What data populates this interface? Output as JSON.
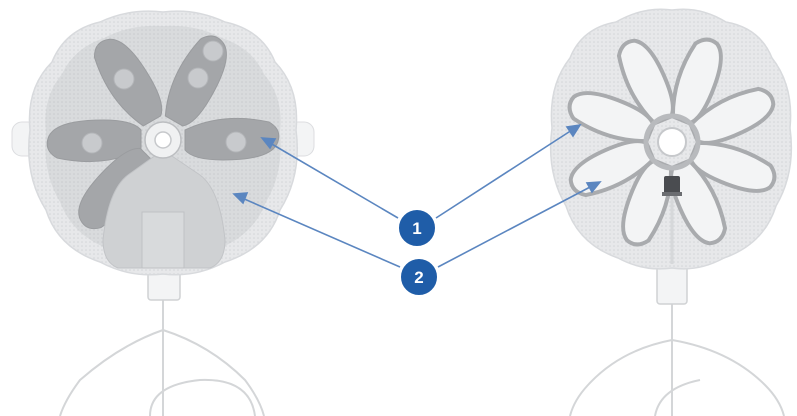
{
  "diagram": {
    "left_device": "electrode-gel-side",
    "right_device": "electrode-adhesive-side",
    "callouts": [
      {
        "label": "1"
      },
      {
        "label": "2"
      }
    ]
  },
  "colors": {
    "arrow": "#5b86c0",
    "badge_fill": "#1f5da8",
    "badge_text": "#ffffff",
    "pad_light": "#ecedef",
    "pad_gray": "#b7b9bc",
    "petal_dark": "#a4a6a9",
    "petal_light": "#f3f4f5",
    "wire": "#d4d6d8"
  }
}
